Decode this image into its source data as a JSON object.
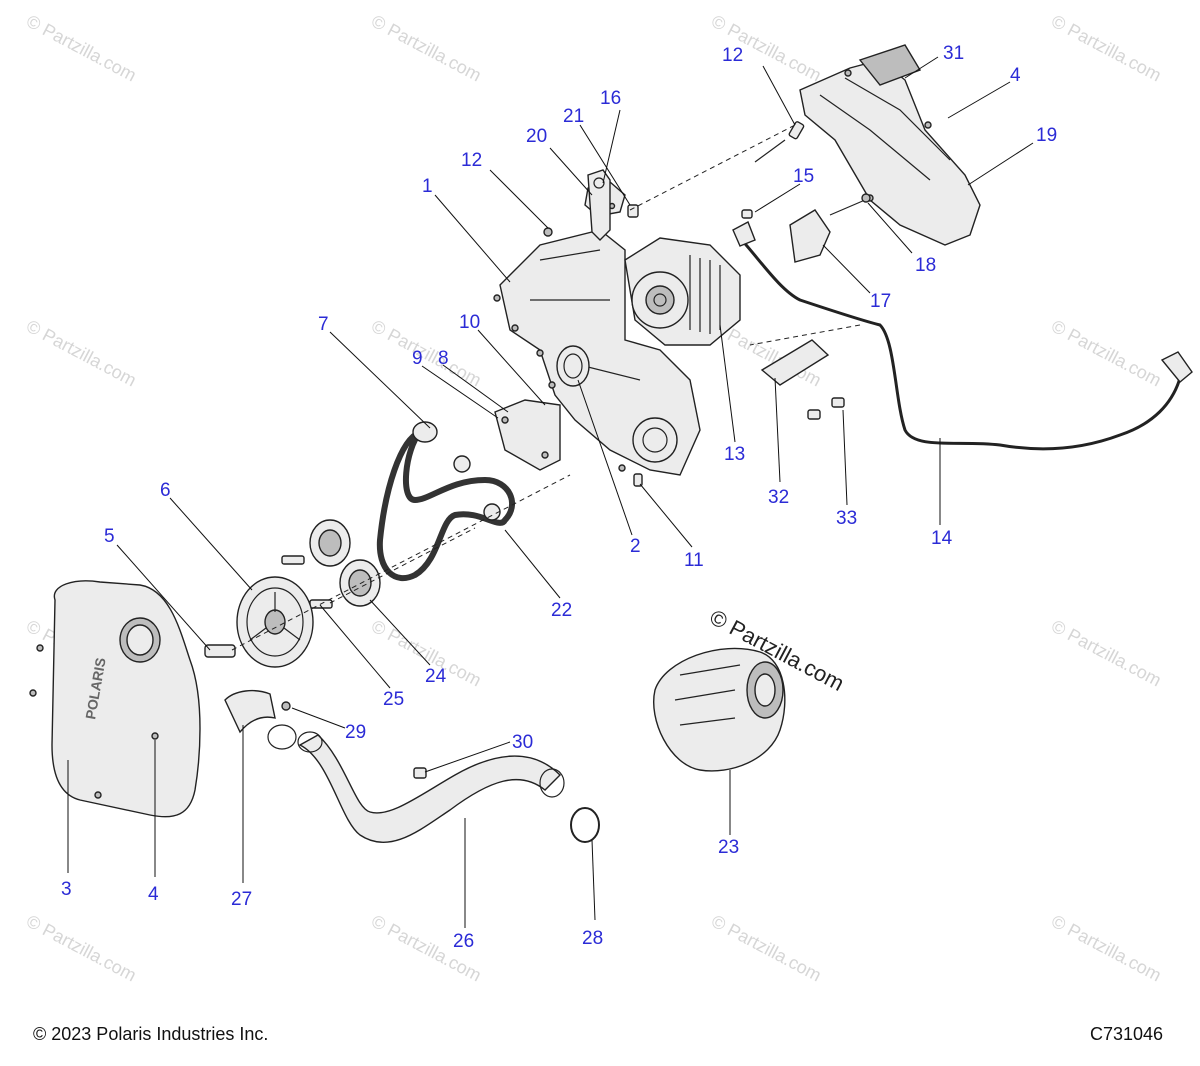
{
  "footer": {
    "copyright": "© 2023 Polaris Industries Inc.",
    "diagram_code": "C731046"
  },
  "watermark": {
    "text": "© Partzilla.com",
    "center_text": "© Partzilla.com"
  },
  "brand_on_cover": "POLARIS",
  "callouts": [
    {
      "id": "c1",
      "label": "1"
    },
    {
      "id": "c2",
      "label": "2"
    },
    {
      "id": "c3",
      "label": "3"
    },
    {
      "id": "c4a",
      "label": "4"
    },
    {
      "id": "c4b",
      "label": "4"
    },
    {
      "id": "c5",
      "label": "5"
    },
    {
      "id": "c6",
      "label": "6"
    },
    {
      "id": "c7",
      "label": "7"
    },
    {
      "id": "c8",
      "label": "8"
    },
    {
      "id": "c9",
      "label": "9"
    },
    {
      "id": "c10",
      "label": "10"
    },
    {
      "id": "c11",
      "label": "11"
    },
    {
      "id": "c12a",
      "label": "12"
    },
    {
      "id": "c12b",
      "label": "12"
    },
    {
      "id": "c13",
      "label": "13"
    },
    {
      "id": "c14",
      "label": "14"
    },
    {
      "id": "c15",
      "label": "15"
    },
    {
      "id": "c16",
      "label": "16"
    },
    {
      "id": "c17",
      "label": "17"
    },
    {
      "id": "c18",
      "label": "18"
    },
    {
      "id": "c19",
      "label": "19"
    },
    {
      "id": "c20",
      "label": "20"
    },
    {
      "id": "c21",
      "label": "21"
    },
    {
      "id": "c22",
      "label": "22"
    },
    {
      "id": "c23",
      "label": "23"
    },
    {
      "id": "c24",
      "label": "24"
    },
    {
      "id": "c25",
      "label": "25"
    },
    {
      "id": "c26",
      "label": "26"
    },
    {
      "id": "c27",
      "label": "27"
    },
    {
      "id": "c28",
      "label": "28"
    },
    {
      "id": "c29",
      "label": "29"
    },
    {
      "id": "c30",
      "label": "30"
    },
    {
      "id": "c31",
      "label": "31"
    },
    {
      "id": "c32",
      "label": "32"
    },
    {
      "id": "c33",
      "label": "33"
    }
  ],
  "colors": {
    "callout": "#2b2bd6",
    "line": "#111111",
    "watermark": "#d6d6d6"
  }
}
